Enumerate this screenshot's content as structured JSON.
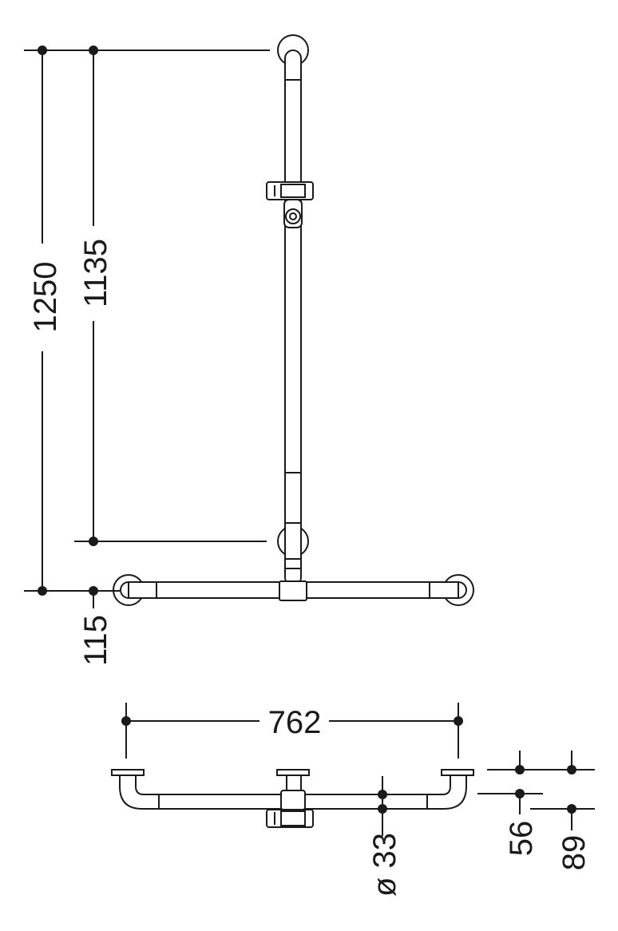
{
  "dimensions": {
    "total_height": "1250",
    "upper_height": "1135",
    "bottom_offset": "115",
    "width": "762",
    "diameter": "ø 33",
    "wall_distance_inner": "56",
    "wall_distance_outer": "89"
  },
  "colors": {
    "line": "#1a1a1a",
    "background": "#ffffff"
  }
}
